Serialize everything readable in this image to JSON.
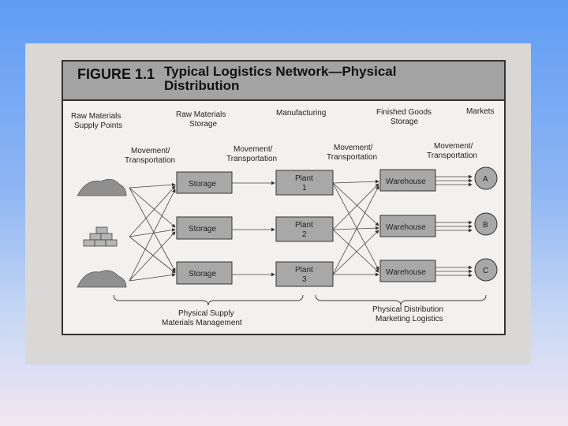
{
  "figure": {
    "label": "FIGURE 1.1",
    "title_line1": "Typical Logistics Network—Physical",
    "title_line2": "Distribution"
  },
  "stages": {
    "raw_supply": [
      "Raw Materials",
      "Supply Points"
    ],
    "raw_storage": [
      "Raw Materials",
      "Storage"
    ],
    "manufacturing": "Manufacturing",
    "finished_storage": [
      "Finished Goods",
      "Storage"
    ],
    "markets": "Markets"
  },
  "movement": [
    "Movement/",
    "Transportation"
  ],
  "nodes": {
    "storage": "Storage",
    "plants": [
      [
        "Plant",
        "1"
      ],
      [
        "Plant",
        "2"
      ],
      [
        "Plant",
        "3"
      ]
    ],
    "warehouse": "Warehouse",
    "markets": [
      "A",
      "B",
      "C"
    ]
  },
  "groups": {
    "left": [
      "Physical Supply",
      "Materials Management"
    ],
    "right": [
      "Physical Distribution",
      "Marketing Logistics"
    ]
  },
  "colors": {
    "box_fill": "#a8a8a8",
    "header_fill": "#a3a3a3"
  }
}
